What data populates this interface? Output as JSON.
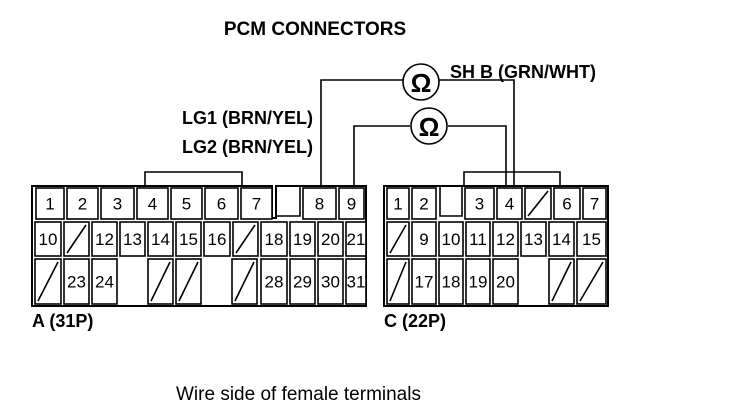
{
  "title": "PCM CONNECTORS",
  "labels": {
    "lg1": "LG1 (BRN/YEL)",
    "lg2": "LG2 (BRN/YEL)",
    "shb": "SH B (GRN/WHT)",
    "conn_a": "A (31P)",
    "conn_c": "C (22P)",
    "footer": "Wire side of female terminals"
  },
  "icons": {
    "meter": "ohmmeter-icon",
    "meter_symbol": "Ω"
  },
  "connector_a": {
    "rows": [
      [
        "1",
        "2",
        "3",
        "4",
        "5",
        "6",
        "7",
        "8",
        "9"
      ],
      [
        "10",
        "/",
        "12",
        "13",
        "14",
        "15",
        "16",
        "/",
        "18",
        "19",
        "20",
        "21"
      ],
      [
        "/",
        "23",
        "24",
        "/",
        "/",
        "/",
        "28",
        "29",
        "30",
        "31"
      ]
    ]
  },
  "connector_c": {
    "rows": [
      [
        "1",
        "2",
        "3",
        "4",
        "/",
        "6",
        "7"
      ],
      [
        "/",
        "9",
        "10",
        "11",
        "12",
        "13",
        "14",
        "15"
      ],
      [
        "/",
        "17",
        "18",
        "19",
        "20",
        "/",
        "/"
      ]
    ]
  }
}
